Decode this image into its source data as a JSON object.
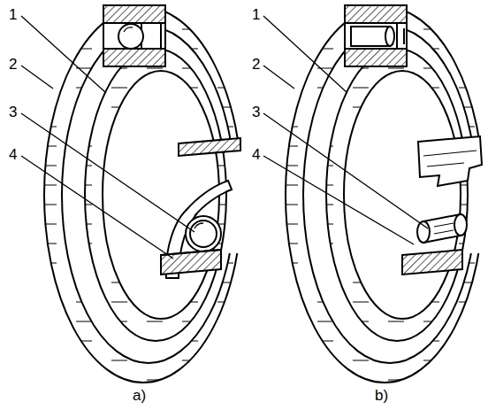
{
  "diagram": {
    "labels": [
      "1",
      "2",
      "3",
      "4",
      "1",
      "2",
      "3",
      "4",
      "a)",
      "b)"
    ]
  }
}
